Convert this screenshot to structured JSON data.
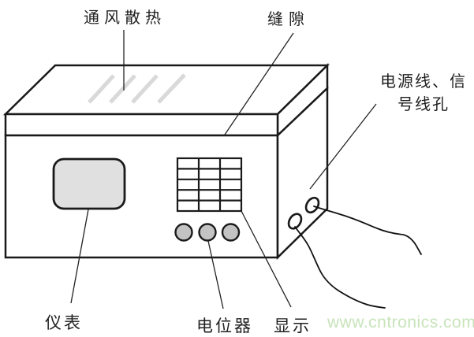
{
  "diagram": {
    "labels": {
      "ventilation": "通风散热",
      "gap": "缝隙",
      "cable_holes_line1": "电源线、信",
      "cable_holes_line2": "号线孔",
      "meter": "仪表",
      "potentiometer": "电位器",
      "display": "显示"
    },
    "watermark": "www.cntronics.com",
    "colors": {
      "line": "#1a1a1a",
      "leader": "#222222",
      "wire": "#111111",
      "meter_fill": "#e0e0e0",
      "knob_fill": "#c3c3c3",
      "vent_slot": "#d9d9d9",
      "watermark": "#c7e4ba",
      "background": "#ffffff"
    }
  }
}
